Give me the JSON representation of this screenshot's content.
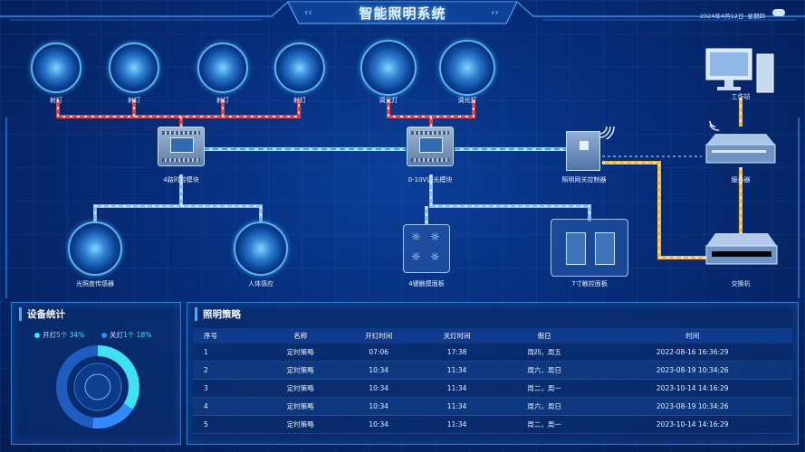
{
  "header": {
    "title": "智能照明系统",
    "date": "2024年4月12日",
    "weekday": "星期四",
    "left_chevron": "‹‹",
    "right_chevron": "››",
    "weather_icon": "cloud-icon"
  },
  "devices": {
    "spot1": "射灯",
    "spot2": "射灯",
    "spot3": "射灯",
    "spot4": "射灯",
    "dim1": "调光灯",
    "dim2": "调光灯",
    "module4": "4路时控模块",
    "module010": "0-10V调光模块",
    "gateway": "照明网关控制器",
    "workstation": "工作站",
    "server": "服务器",
    "switch": "交换机",
    "lux": "光照度传感器",
    "pir": "人体感应",
    "keypad": "4键触摸面板",
    "touch": "7寸触控面板"
  },
  "stats": {
    "title": "设备统计",
    "on_label": "开灯",
    "on_count": "5个",
    "on_pct": "34%",
    "off_label": "关灯",
    "off_count": "1个",
    "off_pct": "18%",
    "colors": {
      "on": "#3fe0f0",
      "off": "#2f8bff"
    }
  },
  "strategy": {
    "title": "照明策略",
    "columns": [
      "序号",
      "名称",
      "开灯时间",
      "关灯时间",
      "假日",
      "时间"
    ],
    "rows": [
      [
        "1",
        "定时策略",
        "07:06",
        "17:38",
        "周四，周五",
        "2022-08-16 16:36:29"
      ],
      [
        "2",
        "定时策略",
        "10:34",
        "11:34",
        "周六，周日",
        "2023-08-19 10:34:26"
      ],
      [
        "3",
        "定时策略",
        "10:34",
        "11:34",
        "周二，周一",
        "2023-10-14 14:16:29"
      ],
      [
        "4",
        "定时策略",
        "10:34",
        "11:34",
        "周六，周日",
        "2023-08-19 10:34:26"
      ],
      [
        "5",
        "定时策略",
        "10:34",
        "11:34",
        "周二，周一",
        "2023-10-14 14:16:29"
      ]
    ]
  }
}
